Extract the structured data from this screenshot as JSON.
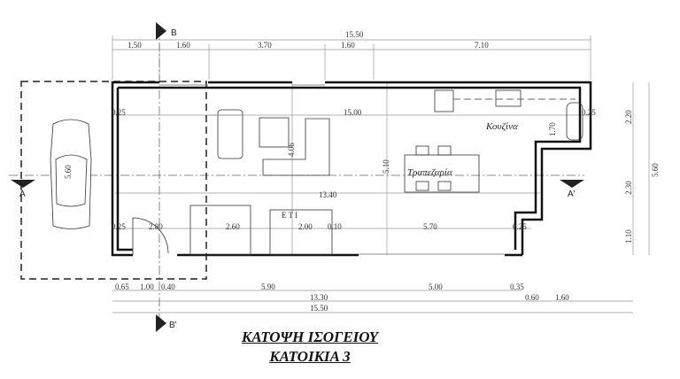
{
  "title": {
    "line1": "ΚΑΤΟΨΗ ΙΣΟΓΕΙΟΥ",
    "line2": "ΚΑΤΟΙΚΙΑ 3"
  },
  "rooms": {
    "kitchen": "Κουζίνα",
    "dining": "Τραπεζαρία"
  },
  "sections": {
    "b": "B",
    "b_prime": "B'",
    "a": "A",
    "a_prime": "A'"
  },
  "dims_top": {
    "total": "15.50",
    "segments": [
      "1.50",
      "1.60",
      "3.70",
      "1.60",
      "7.10"
    ]
  },
  "dims_bottom": {
    "segments": [
      "0.65",
      "1.00",
      "0.40",
      "5.90",
      "5.00",
      "0.35"
    ],
    "mid": "13.30",
    "right": [
      "0.60",
      "1.60"
    ],
    "total": "15.50"
  },
  "dims_right": {
    "segments": [
      "2.20",
      "2.30",
      "1.10"
    ],
    "total": "5.60"
  },
  "dims_inner": {
    "w1": "15.00",
    "w2": "13.40",
    "h1": "4.06",
    "h2": "5.10",
    "h3": "1.70",
    "car": "5.60",
    "d280": "2.80",
    "d260": "2.60",
    "d200": "2.00",
    "d570": "5.70",
    "d100": "1.00",
    "t025": "0.25",
    "t010": "0.10"
  },
  "wc_text": "E T I"
}
